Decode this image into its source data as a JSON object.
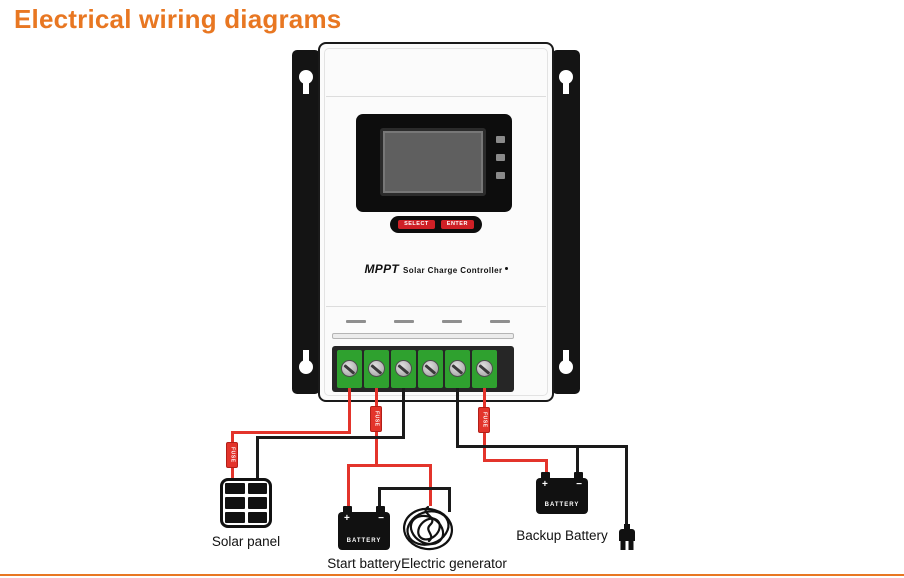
{
  "page": {
    "title": "Electrical wiring diagrams"
  },
  "device": {
    "brand": "MPPT",
    "name": "Solar Charge Controller",
    "buttons": [
      {
        "label": "SELECT"
      },
      {
        "label": "ENTER"
      }
    ]
  },
  "fuse": {
    "label": "FUSE"
  },
  "battery": {
    "label": "BATTERY",
    "plus": "+",
    "minus": "−"
  },
  "components": {
    "solar_panel": "Solar panel",
    "start_battery": "Start battery",
    "electric_generator": "Electric generator",
    "backup_battery": "Backup Battery"
  },
  "colors": {
    "accent_orange": "#e87722",
    "wire_red": "#e3342b",
    "wire_black": "#1a1a1a",
    "terminal_green": "#2fa12f",
    "button_red": "#cf2026"
  },
  "icons": [
    "solar-panel-icon",
    "battery-icon",
    "generator-icon",
    "plug-icon",
    "keyhole-mount-icon"
  ]
}
